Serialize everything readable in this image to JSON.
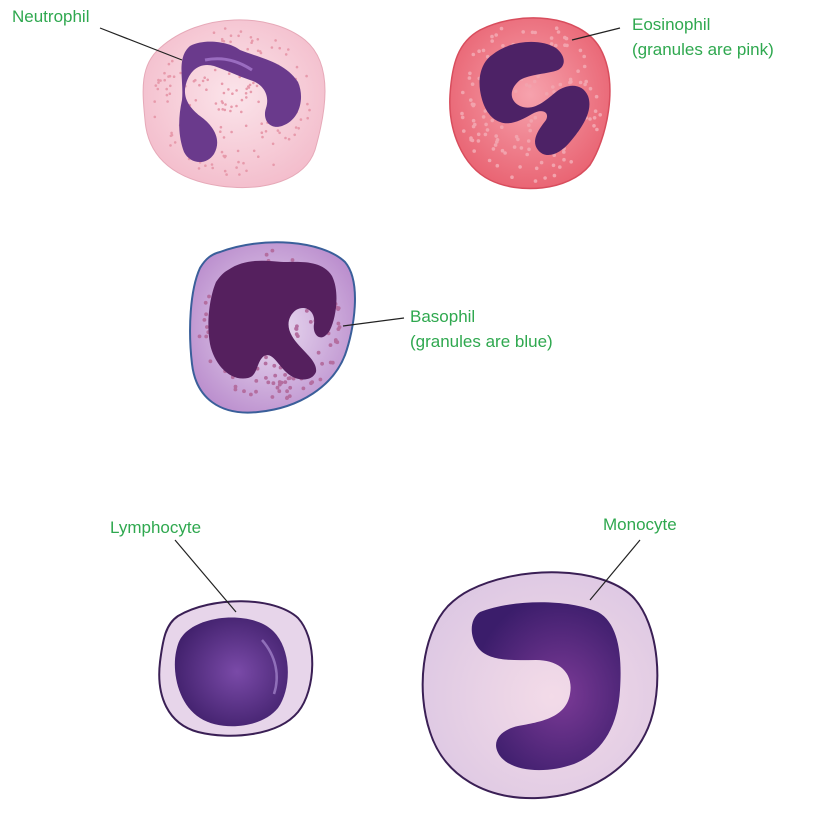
{
  "cells": {
    "neutrophil": {
      "label": "Neutrophil",
      "sublabel": ""
    },
    "eosinophil": {
      "label": "Eosinophil",
      "sublabel": "(granules are pink)"
    },
    "basophil": {
      "label": "Basophil",
      "sublabel": "(granules are blue)"
    },
    "lymphocyte": {
      "label": "Lymphocyte",
      "sublabel": ""
    },
    "monocyte": {
      "label": "Monocyte",
      "sublabel": ""
    }
  },
  "colors": {
    "label_text": "#2fa84f",
    "leader_line": "#222222",
    "neutrophil_cytoplasm": "#f6cbd6",
    "neutrophil_granule": "#e79aab",
    "neutrophil_nucleus": "#6a3a8c",
    "eosinophil_cytoplasm": "#ee7f8e",
    "eosinophil_granule": "#f2a3ad",
    "eosinophil_nucleus": "#4d2266",
    "basophil_cytoplasm": "#c7a4d6",
    "basophil_granule": "#b46ea0",
    "basophil_border": "#3a5f9a",
    "basophil_nucleus": "#55205e",
    "agranulocyte_cytoplasm": "#e7d5ea",
    "agranulocyte_border": "#3a1f55",
    "lymphocyte_nucleus": "#4a2a7c",
    "monocyte_nucleus": "#3d1f6e"
  }
}
